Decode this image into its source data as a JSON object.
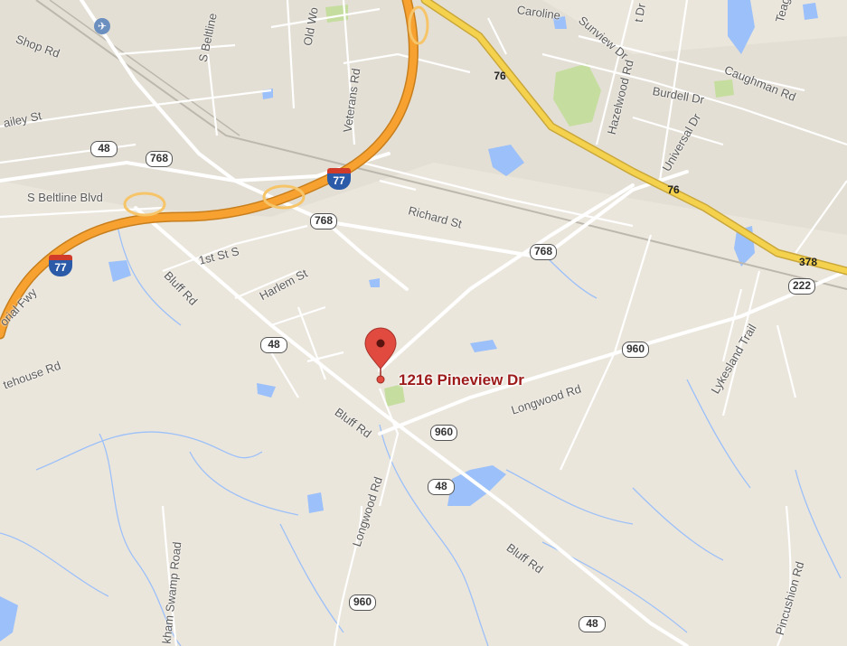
{
  "map": {
    "pin": {
      "label": "1216 Pineview Dr",
      "icon": "map-pin-icon",
      "color": "#e04a3f"
    },
    "airport_icon": "airplane-icon",
    "colors": {
      "land": "#ebe6dc",
      "water": "#9cc0f9",
      "park": "#c5dea0",
      "interstate": "#f6a130",
      "us_highway": "#f4d24e",
      "road": "#ffffff"
    },
    "road_labels": {
      "shop_rd": "Shop Rd",
      "s_beltline": "S Beltline",
      "s_beltline_blvd": "S Beltline Blvd",
      "old_wo": "Old Wo",
      "veterans_rd": "Veterans Rd",
      "caroline": "Caroline",
      "sunview_dr": "Sunview Dr",
      "t_dr": "t Dr",
      "hazelwood_rd": "Hazelwood Rd",
      "burdell_dr": "Burdell Dr",
      "caughman_rd": "Caughman Rd",
      "teag": "Teag",
      "universal_dr": "Universal Dr",
      "ailey_st": "ailey St",
      "richard_st": "Richard St",
      "first_st_s": "1st St S",
      "harlem_st": "Harlem St",
      "bluff_rd_1": "Bluff Rd",
      "bluff_rd_2": "Bluff Rd",
      "bluff_rd_3": "Bluff Rd",
      "orial_fwy": "orial Fwy",
      "tehouse_rd": "tehouse Rd",
      "longwood_rd_1": "Longwood Rd",
      "longwood_rd_2": "Longwood Rd",
      "lykesland_trail": "Lykesland Trail",
      "kham_swamp_road": "kham Swamp Road",
      "pincushion_rd": "Pincushion Rd"
    },
    "shields": {
      "r48a": "48",
      "r768a": "768",
      "r768b": "768",
      "r768c": "768",
      "r48b": "48",
      "r960a": "960",
      "r960b": "960",
      "r48c": "48",
      "r960c": "960",
      "r48d": "48",
      "r222": "222",
      "us76a": "76",
      "us76b": "76",
      "us378": "378",
      "i77a": "77",
      "i77b": "77"
    }
  }
}
